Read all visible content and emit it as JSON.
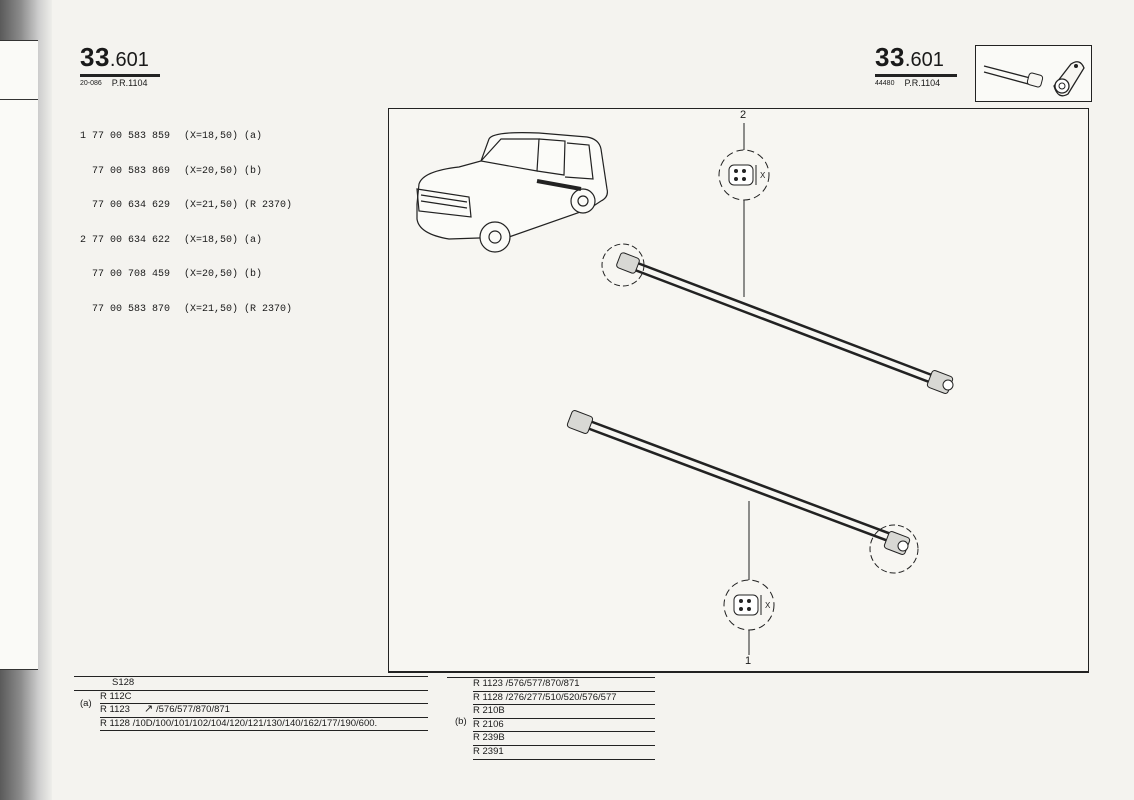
{
  "left_header": {
    "code_major": "33",
    "code_minor": ".601",
    "sub_a": "20-086",
    "sub_b": "P.R.1104"
  },
  "right_header": {
    "code_major": "33",
    "code_minor": ".601",
    "sub_a": "44480",
    "sub_b": "P.R.1104"
  },
  "parts": [
    {
      "index": "1",
      "ref": "77 00 583 859",
      "spec": "(X=18,50) (a)"
    },
    {
      "index": "",
      "ref": "77 00 583 869",
      "spec": "(X=20,50) (b)"
    },
    {
      "index": "",
      "ref": "77 00 634 629",
      "spec": "(X=21,50) (R 2370)"
    },
    {
      "index": "2",
      "ref": "77 00 634 622",
      "spec": "(X=18,50) (a)"
    },
    {
      "index": "",
      "ref": "77 00 708 459",
      "spec": "(X=20,50) (b)"
    },
    {
      "index": "",
      "ref": "77 00 583 870",
      "spec": "(X=21,50) (R 2370)"
    }
  ],
  "callouts": {
    "top": "2",
    "bottom": "1",
    "dim": "X"
  },
  "table_left": {
    "header": "S128",
    "group_label": "(a)",
    "rows": [
      "R  112C",
      "R  1123",
      "R  1128  /10D/100/101/102/104/120/121/130/140/162/177/190/600."
    ],
    "row2_tail": "/576/577/870/871",
    "icon": "arrow-icon"
  },
  "table_right": {
    "group_label": "(b)",
    "rows": [
      "R  1123  /576/577/870/871",
      "R  1128  /276/277/510/520/576/577",
      "R  210B",
      "R  2106",
      "R  239B",
      "R  2391"
    ]
  }
}
